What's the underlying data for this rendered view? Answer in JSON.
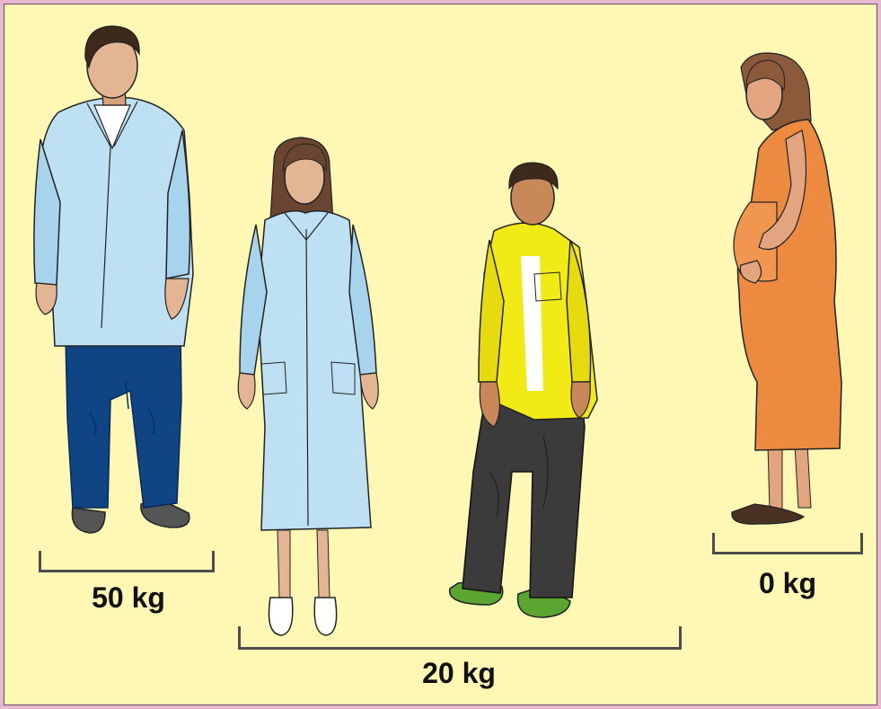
{
  "illustration": {
    "figures": [
      {
        "role": "man in lab coat"
      },
      {
        "role": "woman in lab coat"
      },
      {
        "role": "young man in yellow shirt"
      },
      {
        "role": "pregnant woman"
      }
    ]
  },
  "groups": [
    {
      "label": "50 kg"
    },
    {
      "label": "20 kg"
    },
    {
      "label": "0 kg"
    }
  ]
}
